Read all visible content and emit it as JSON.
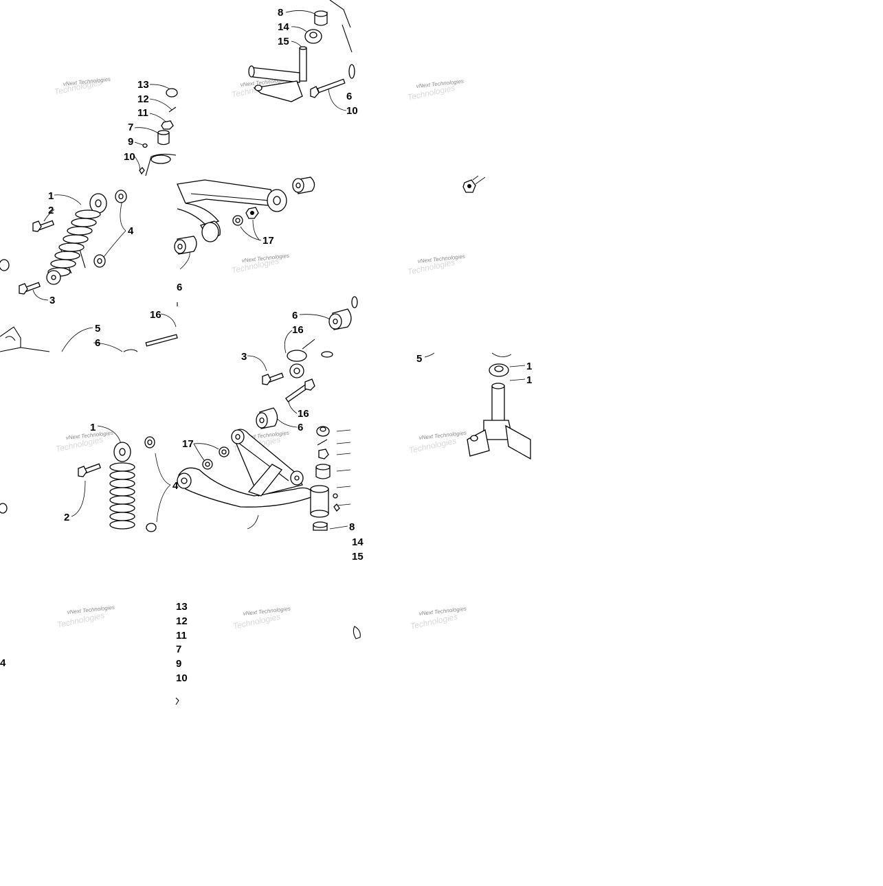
{
  "watermark": {
    "line1": "vNext Technologies",
    "line2": "Technologies"
  },
  "tiles": {
    "t1": {
      "labels": [
        "13",
        "12",
        "11",
        "7",
        "9",
        "10",
        "1",
        "2",
        "4",
        "3",
        "5",
        "6",
        "16"
      ]
    },
    "t2": {
      "labels": [
        "8",
        "14",
        "15",
        "6",
        "10",
        "17",
        "6"
      ]
    },
    "t4": {
      "labels": [
        "6",
        "16",
        "3",
        "16",
        "6",
        "17",
        "8",
        "14",
        "15"
      ]
    },
    "t5": {
      "labels": [
        "5",
        "1",
        "1"
      ]
    },
    "t6": {
      "labels": [
        "1",
        "2",
        "4"
      ]
    },
    "t7": {
      "labels": [
        "13",
        "12",
        "11",
        "7",
        "9",
        "10"
      ]
    },
    "t8": {
      "labels": [
        "4"
      ]
    }
  }
}
